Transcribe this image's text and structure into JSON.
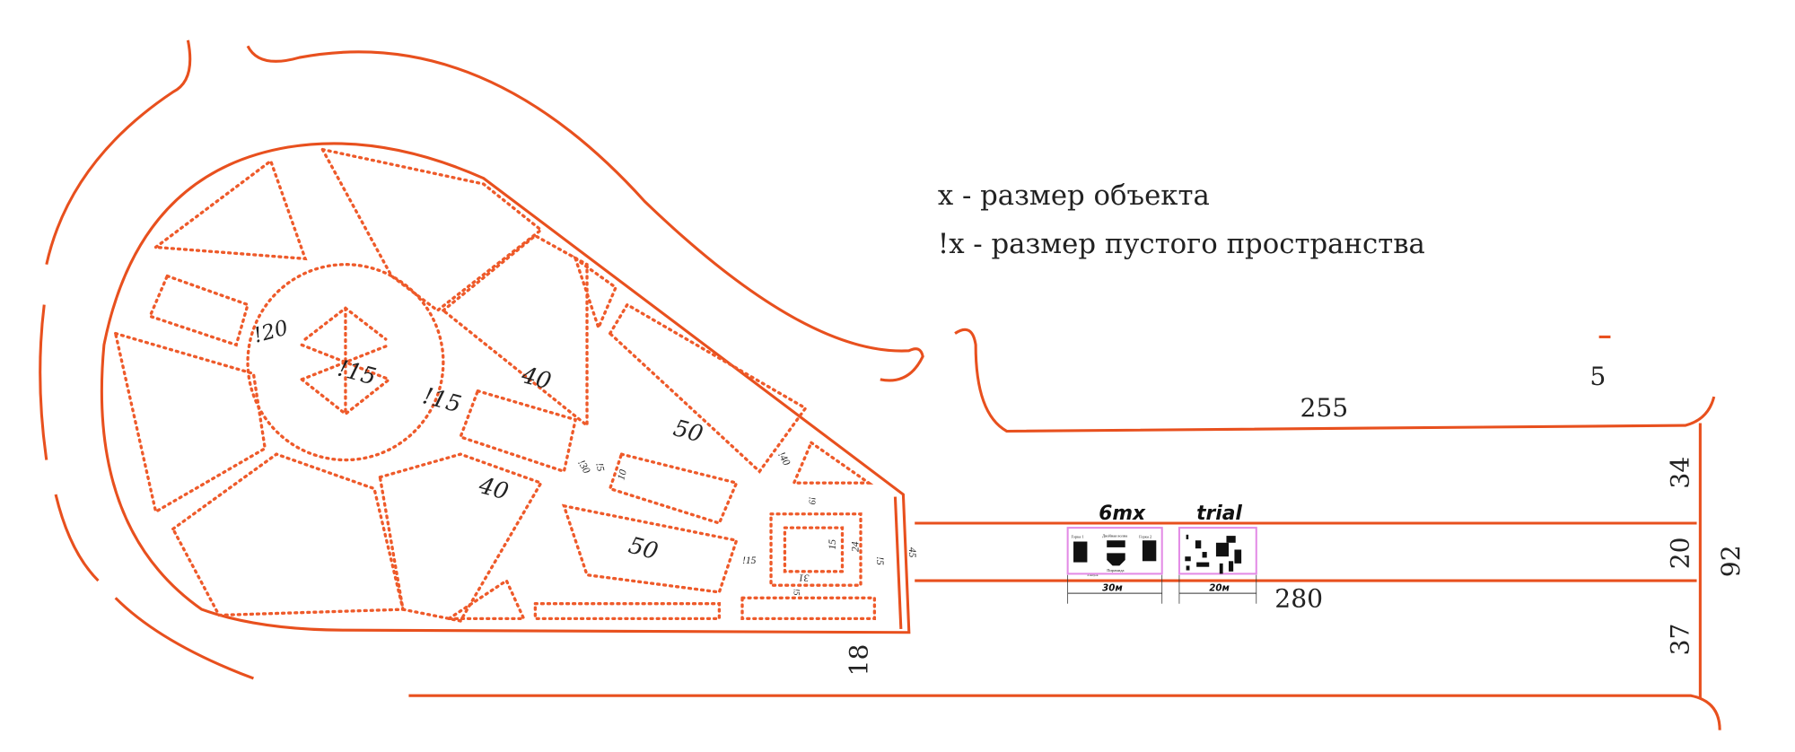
{
  "legend": {
    "line1": "x - размер объекта",
    "line2": "!x - размер пустого пространства"
  },
  "dimensions": {
    "top_length": "255",
    "top_right": "5",
    "right_top": "34",
    "right_mid": "20",
    "right_bottom": "37",
    "right_total": "92",
    "strip_length": "280",
    "bottom_gap": "18"
  },
  "park_labels": [
    "!20",
    "!15",
    "!15",
    "40",
    "50",
    "40",
    "50",
    "!30",
    "!5",
    "10",
    "!40",
    "!9",
    "15",
    "24",
    "!15",
    "!5",
    "31",
    "!5",
    "45"
  ],
  "zones": {
    "zone1": {
      "title": "6mx",
      "items": [
        "Горка 1",
        "Двойная волна",
        "Горка 2",
        "Пирамида"
      ],
      "gap_label": "4 метров",
      "width_label": "30м"
    },
    "zone2": {
      "title": "trial",
      "width_label": "20м"
    }
  },
  "colors": {
    "line": "#e8501e",
    "zone": "#e38be6"
  }
}
